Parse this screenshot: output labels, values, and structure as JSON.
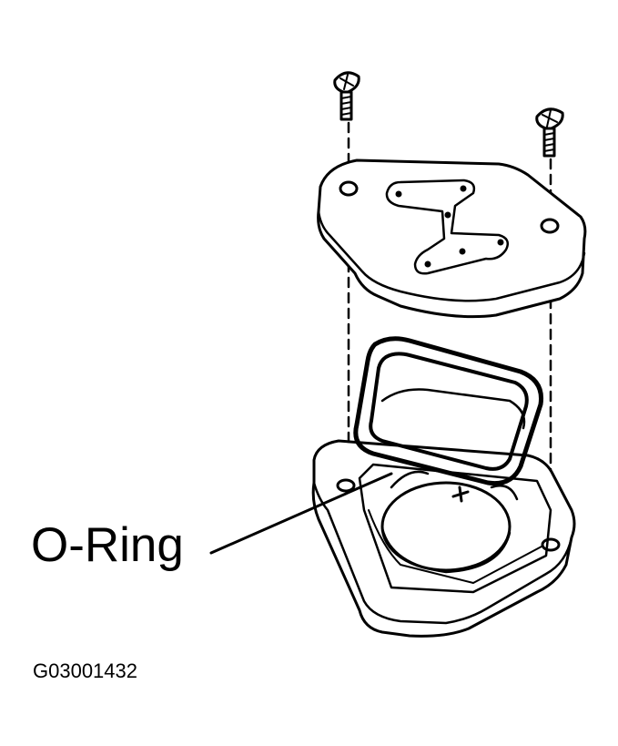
{
  "labels": {
    "o_ring": "O-Ring",
    "figure_code": "G03001432"
  },
  "parts": [
    "screw-left",
    "screw-right",
    "cover-plate",
    "o-ring",
    "housing"
  ],
  "colors": {
    "line": "#000000",
    "background": "#ffffff"
  }
}
